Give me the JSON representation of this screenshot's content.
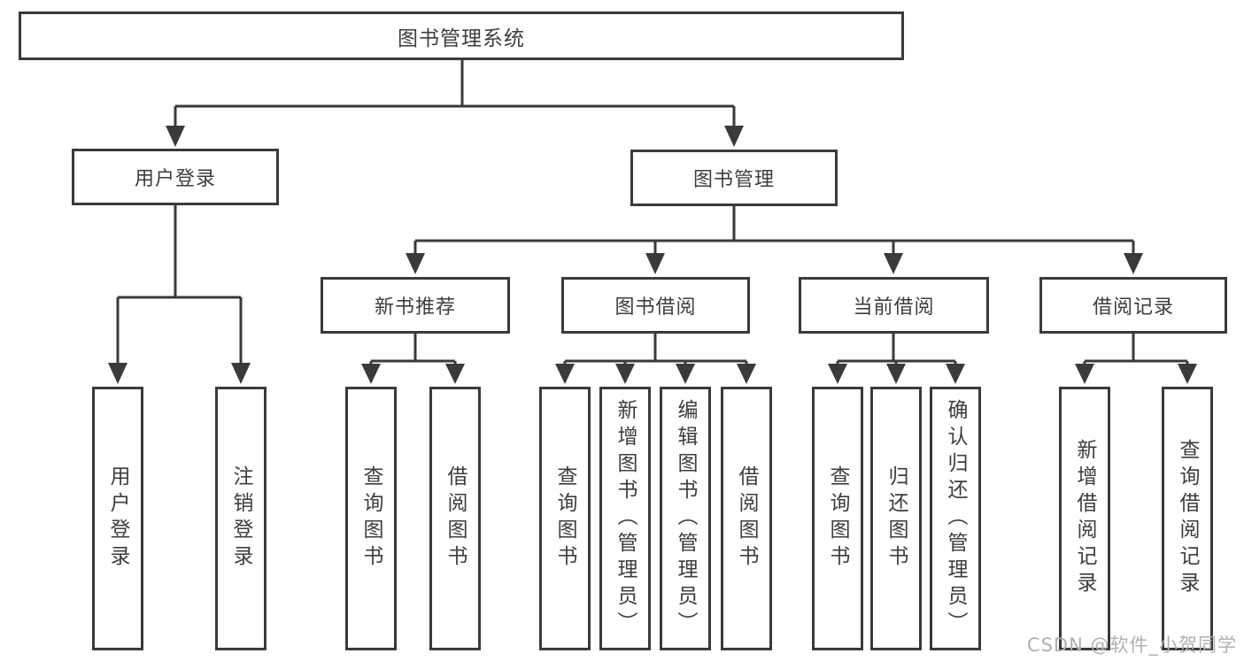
{
  "tree": {
    "root": "图书管理系统",
    "branches": [
      {
        "label": "用户登录",
        "children": [
          "用户登录",
          "注销登录"
        ]
      },
      {
        "label": "图书管理",
        "groups": [
          {
            "label": "新书推荐",
            "children": [
              "查询图书",
              "借阅图书"
            ]
          },
          {
            "label": "图书借阅",
            "children": [
              "查询图书",
              "新增图书（管理员）",
              "编辑图书（管理员）",
              "借阅图书"
            ]
          },
          {
            "label": "当前借阅",
            "children": [
              "查询图书",
              "归还图书",
              "确认归还（管理员）"
            ]
          },
          {
            "label": "借阅记录",
            "children": [
              "新增借阅记录",
              "查询借阅记录"
            ]
          }
        ]
      }
    ]
  },
  "watermark": {
    "text": "CSDN @软件_小贺同学"
  },
  "colors": {
    "line": "#3a3a3a",
    "box_background": "#ffffff",
    "text": "#3d3d3d",
    "watermark": "#b0b0b0"
  }
}
